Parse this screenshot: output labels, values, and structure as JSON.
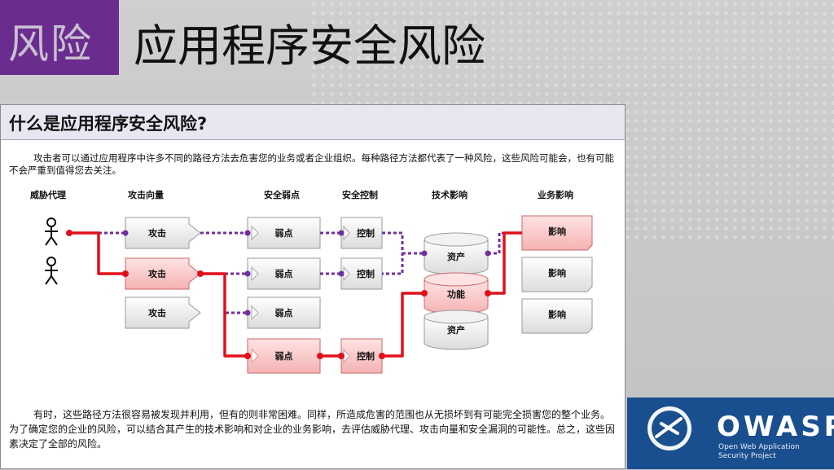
{
  "tag": "风险",
  "title": "应用程序安全风险",
  "panel": {
    "heading": "什么是应用程序安全风险?",
    "intro": "攻击者可以通过应用程序中许多不同的路径方法去危害您的业务或者企业组织。每种路径方法都代表了一种风险，这些风险可能会，也有可能不会严重到值得您去关注。",
    "outro": "有时，这些路径方法很容易被发现并利用，但有的则非常困难。同样，所造成危害的范围也从无损坏到有可能完全损害您的整个业务。为了确定您的企业的风险，可以结合其产生的技术影响和对企业的业务影响，去评估威胁代理、攻击向量和安全漏洞的可能性。总之，这些因素决定了全部的风险。"
  },
  "diagram": {
    "headers": {
      "threat_agents": "威胁代理",
      "attack_vectors": "攻击向量",
      "weaknesses": "安全弱点",
      "controls": "安全控制",
      "technical_impacts": "技术影响",
      "business_impacts": "业务影响"
    },
    "attacks": [
      "攻击",
      "攻击",
      "攻击"
    ],
    "weaknesses": [
      "弱点",
      "弱点",
      "弱点",
      "弱点"
    ],
    "controls": [
      "控制",
      "控制",
      "控制"
    ],
    "assets": [
      "资产",
      "功能",
      "资产"
    ],
    "impacts": [
      "影响",
      "影响",
      "影响"
    ]
  },
  "logo": {
    "wordmark": "OWASP",
    "line1": "Open Web Application",
    "line2": "Security Project"
  },
  "colors": {
    "tag_purple": "#6b2c8f",
    "path_red": "#e0101b",
    "path_purple": "#7030a0",
    "highlight_pink": "#f8c4c4",
    "logo_blue": "#1a4f8f"
  }
}
